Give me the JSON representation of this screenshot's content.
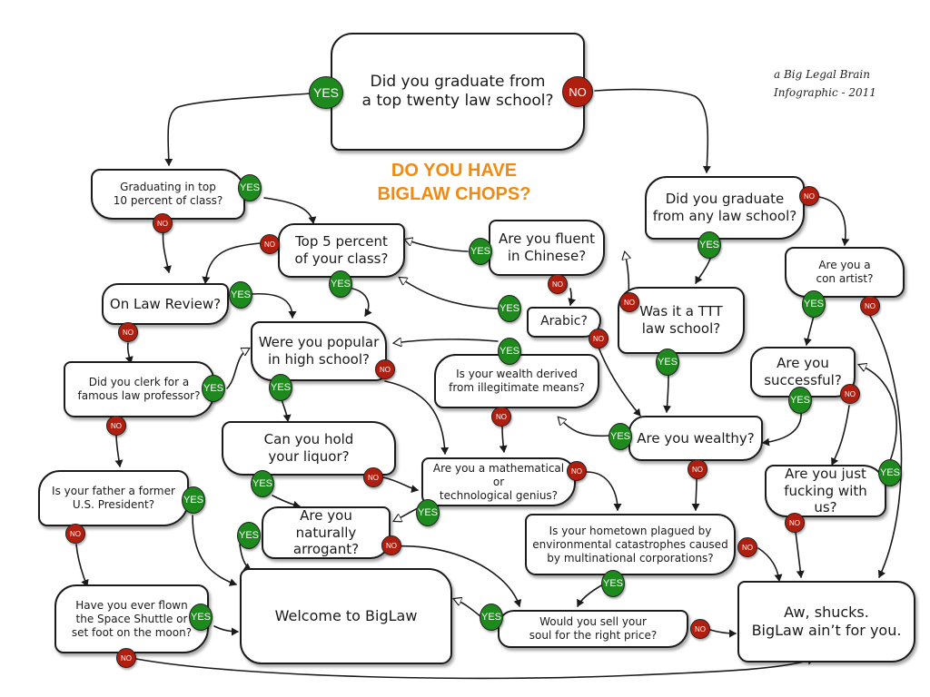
{
  "title": [
    "DO YOU HAVE",
    "BIGLAW CHOPS?"
  ],
  "credit": [
    "a Big Legal Brain",
    "Infographic - 2011"
  ],
  "colors": {
    "yes": "#1e8a1e",
    "no": "#b01e10",
    "title": "#f08a10",
    "outline": "#1b1b1b"
  },
  "answers": {
    "yes": "YES",
    "no": "NO"
  },
  "nodes": {
    "q_top20": [
      "Did you graduate from",
      "a top twenty law school?"
    ],
    "q_top10": [
      "Graduating in top",
      "10 percent of class?"
    ],
    "q_top5": [
      "Top 5 percent",
      "of your class?"
    ],
    "q_chinese": [
      "Are you fluent",
      "in Chinese?"
    ],
    "q_anyschool": [
      "Did you graduate",
      "from any law school?"
    ],
    "q_conartist": [
      "Are you a",
      "con artist?"
    ],
    "q_lawreview": [
      "On Law Review?"
    ],
    "q_arabic": [
      "Arabic?"
    ],
    "q_ttt": [
      "Was it a TTT",
      "law school?"
    ],
    "q_popular": [
      "Were you popular",
      "in high school?"
    ],
    "q_successful": [
      "Are you",
      "successful?"
    ],
    "q_clerk": [
      "Did you clerk for a",
      "famous law professor?"
    ],
    "q_illegit": [
      "Is your wealth derived",
      "from illegitimate means?"
    ],
    "q_liquor": [
      "Can you hold",
      "your liquor?"
    ],
    "q_wealthy": [
      "Are you wealthy?"
    ],
    "q_math": [
      "Are you a mathematical or",
      "technological genius?"
    ],
    "q_president": [
      "Is your father a former",
      "U.S. President?"
    ],
    "q_kidding": [
      "Are you just",
      "fucking with us?"
    ],
    "q_arrogant": [
      "Are you naturally",
      "arrogant?"
    ],
    "q_hometown": [
      "Is your hometown plagued by",
      "environmental catastrophes caused",
      "by  multinational corporations?"
    ],
    "q_space": [
      "Have you ever flown",
      "the Space Shuttle or",
      "set foot on the moon?"
    ],
    "end_welcome": [
      "Welcome to BigLaw"
    ],
    "q_soul": [
      "Would you sell your",
      "soul for the right price?"
    ],
    "end_shucks": [
      "Aw, shucks.",
      "BigLaw ain’t for you."
    ]
  },
  "edges": [
    {
      "from": "q_top20",
      "answer": "YES",
      "to": "q_top10"
    },
    {
      "from": "q_top20",
      "answer": "NO",
      "to": "q_anyschool"
    },
    {
      "from": "q_top10",
      "answer": "YES",
      "to": "q_top5"
    },
    {
      "from": "q_top10",
      "answer": "NO",
      "to": "q_lawreview"
    },
    {
      "from": "q_top5",
      "answer": "NO",
      "to": "q_lawreview"
    },
    {
      "from": "q_top5",
      "answer": "YES",
      "to": "q_popular"
    },
    {
      "from": "q_chinese",
      "answer": "YES",
      "to": "q_top5"
    },
    {
      "from": "q_chinese",
      "answer": "NO",
      "to": "q_arabic"
    },
    {
      "from": "q_arabic",
      "answer": "YES",
      "to": "q_top5"
    },
    {
      "from": "q_arabic",
      "answer": "NO",
      "to": "q_wealthy"
    },
    {
      "from": "q_anyschool",
      "answer": "YES",
      "to": "q_ttt"
    },
    {
      "from": "q_anyschool",
      "answer": "NO",
      "to": "q_conartist"
    },
    {
      "from": "q_ttt",
      "answer": "YES",
      "to": "q_wealthy"
    },
    {
      "from": "q_ttt",
      "answer": "NO",
      "to": "q_chinese"
    },
    {
      "from": "q_conartist",
      "answer": "YES",
      "to": "q_successful"
    },
    {
      "from": "q_conartist",
      "answer": "NO",
      "to": "end_shucks"
    },
    {
      "from": "q_lawreview",
      "answer": "YES",
      "to": "q_popular"
    },
    {
      "from": "q_lawreview",
      "answer": "NO",
      "to": "q_clerk"
    },
    {
      "from": "q_clerk",
      "answer": "YES",
      "to": "q_popular"
    },
    {
      "from": "q_clerk",
      "answer": "NO",
      "to": "q_president"
    },
    {
      "from": "q_popular",
      "answer": "YES",
      "to": "q_liquor"
    },
    {
      "from": "q_popular",
      "answer": "NO",
      "to": "q_math"
    },
    {
      "from": "q_successful",
      "answer": "YES",
      "to": "q_wealthy"
    },
    {
      "from": "q_successful",
      "answer": "NO",
      "to": "q_kidding"
    },
    {
      "from": "q_illegit",
      "answer": "YES",
      "to": "q_popular"
    },
    {
      "from": "q_illegit",
      "answer": "NO",
      "to": "q_math"
    },
    {
      "from": "q_wealthy",
      "answer": "YES",
      "to": "q_illegit"
    },
    {
      "from": "q_wealthy",
      "answer": "NO",
      "to": "q_hometown"
    },
    {
      "from": "q_liquor",
      "answer": "YES",
      "to": "q_arrogant"
    },
    {
      "from": "q_liquor",
      "answer": "NO",
      "to": "q_math"
    },
    {
      "from": "q_math",
      "answer": "YES",
      "to": "q_arrogant"
    },
    {
      "from": "q_math",
      "answer": "NO",
      "to": "q_hometown"
    },
    {
      "from": "q_president",
      "answer": "YES",
      "to": "end_welcome"
    },
    {
      "from": "q_president",
      "answer": "NO",
      "to": "q_space"
    },
    {
      "from": "q_kidding",
      "answer": "YES",
      "to": "q_successful"
    },
    {
      "from": "q_kidding",
      "answer": "NO",
      "to": "end_shucks"
    },
    {
      "from": "q_arrogant",
      "answer": "YES",
      "to": "end_welcome"
    },
    {
      "from": "q_arrogant",
      "answer": "NO",
      "to": "q_soul"
    },
    {
      "from": "q_hometown",
      "answer": "YES",
      "to": "q_soul"
    },
    {
      "from": "q_hometown",
      "answer": "NO",
      "to": "end_shucks"
    },
    {
      "from": "q_space",
      "answer": "YES",
      "to": "end_welcome"
    },
    {
      "from": "q_space",
      "answer": "NO",
      "to": "end_shucks"
    },
    {
      "from": "q_soul",
      "answer": "YES",
      "to": "end_welcome"
    },
    {
      "from": "q_soul",
      "answer": "NO",
      "to": "end_shucks"
    }
  ]
}
